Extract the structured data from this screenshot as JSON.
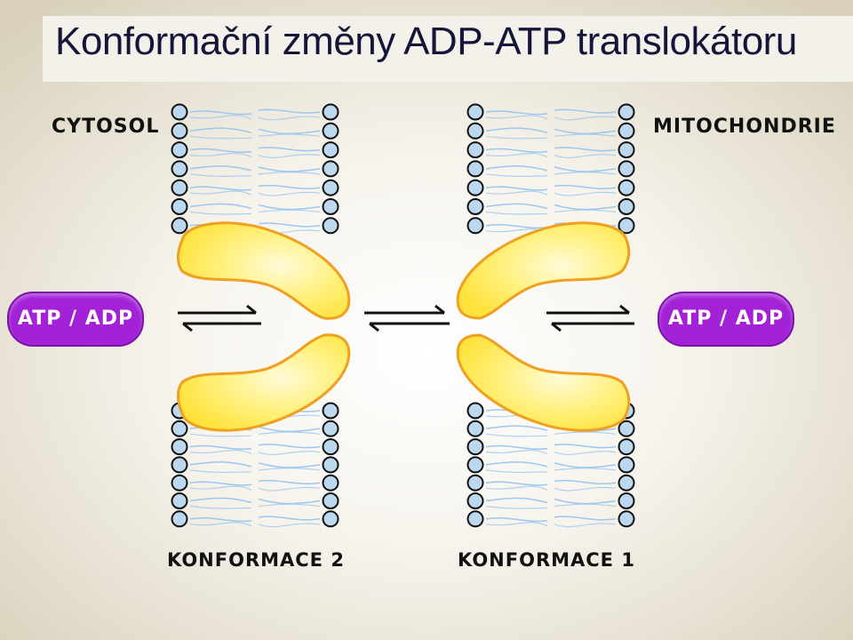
{
  "title": "Konformační změny ADP-ATP translokátoru",
  "labels": {
    "left_side": "CYTOSOL",
    "right_side": "MITOCHONDRIE",
    "conformation_left": "KONFORMACE 2",
    "conformation_right": "KONFORMACE 1"
  },
  "pills": {
    "left": "ATP / ADP",
    "right": "ATP / ADP"
  },
  "colors": {
    "background": "#ece6d6",
    "title_bar": "#f4f1eb",
    "title_text": "#15153a",
    "lipid_head_fill": "#bcd8ee",
    "lipid_head_stroke": "#111111",
    "lipid_tail": "#9cc7ee",
    "protein_fill": "#ffee6a",
    "protein_stroke": "#f0a020",
    "pill_fill": "#a321d6",
    "pill_text": "#ffffff"
  }
}
